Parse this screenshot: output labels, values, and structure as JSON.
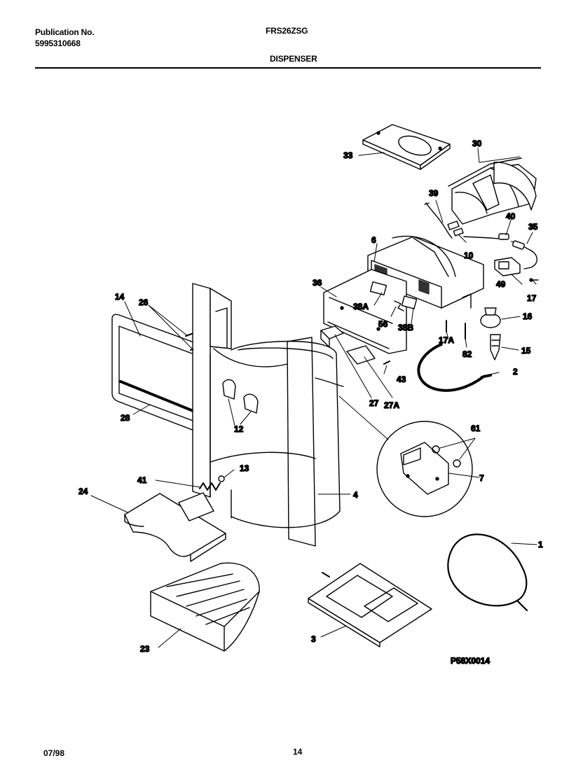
{
  "header": {
    "publication_label": "Publication No.",
    "publication_number": "5995310668",
    "model": "FRS26ZSG",
    "section": "DISPENSER"
  },
  "diagram": {
    "code": "P58X0014",
    "parts": [
      {
        "id": "p1",
        "text": "1"
      },
      {
        "id": "p2",
        "text": "2"
      },
      {
        "id": "p3",
        "text": "3"
      },
      {
        "id": "p4",
        "text": "4"
      },
      {
        "id": "p6",
        "text": "6"
      },
      {
        "id": "p7",
        "text": "7"
      },
      {
        "id": "p10",
        "text": "10"
      },
      {
        "id": "p12",
        "text": "12"
      },
      {
        "id": "p13",
        "text": "13"
      },
      {
        "id": "p14",
        "text": "14"
      },
      {
        "id": "p15",
        "text": "15"
      },
      {
        "id": "p16",
        "text": "16"
      },
      {
        "id": "p17",
        "text": "17"
      },
      {
        "id": "p17a",
        "text": "17A"
      },
      {
        "id": "p23",
        "text": "23"
      },
      {
        "id": "p24",
        "text": "24"
      },
      {
        "id": "p26",
        "text": "26"
      },
      {
        "id": "p27",
        "text": "27"
      },
      {
        "id": "p27a",
        "text": "27A"
      },
      {
        "id": "p28",
        "text": "28"
      },
      {
        "id": "p30",
        "text": "30"
      },
      {
        "id": "p33",
        "text": "33"
      },
      {
        "id": "p35",
        "text": "35"
      },
      {
        "id": "p36",
        "text": "36"
      },
      {
        "id": "p38a",
        "text": "38A"
      },
      {
        "id": "p38b",
        "text": "38B"
      },
      {
        "id": "p39",
        "text": "39"
      },
      {
        "id": "p40",
        "text": "40"
      },
      {
        "id": "p41",
        "text": "41"
      },
      {
        "id": "p43",
        "text": "43"
      },
      {
        "id": "p49",
        "text": "49"
      },
      {
        "id": "p56",
        "text": "56"
      },
      {
        "id": "p61",
        "text": "61"
      },
      {
        "id": "p82",
        "text": "82"
      }
    ]
  },
  "footer": {
    "date": "07/98",
    "page": "14"
  }
}
